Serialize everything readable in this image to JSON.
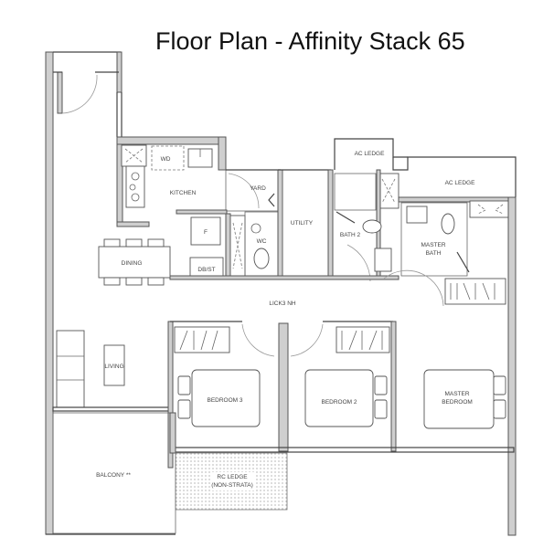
{
  "title": "Floor Plan - Affinity Stack 65",
  "rooms": {
    "kitchen": "KITCHEN",
    "wd": "WD",
    "yard": "YARD",
    "wc": "WC",
    "utility": "UTILITY",
    "fridge": "F",
    "dbst": "DB/ST",
    "dining": "DINING",
    "living": "LIVING",
    "bath2": "BATH 2",
    "master_bath_1": "MASTER",
    "master_bath_2": "BATH",
    "ac_ledge_1": "AC LEDGE",
    "ac_ledge_2": "AC LEDGE",
    "hallway": "LICK3 NH",
    "bedroom3": "BEDROOM 3",
    "bedroom2": "BEDROOM 2",
    "master_bedroom_1": "MASTER",
    "master_bedroom_2": "BEDROOM",
    "balcony": "BALCONY **",
    "rc_ledge_1": "RC LEDGE",
    "rc_ledge_2": "(NON-STRATA)"
  },
  "colors": {
    "wall_fill": "#cfcfcf",
    "line": "#444444",
    "background": "#ffffff"
  }
}
